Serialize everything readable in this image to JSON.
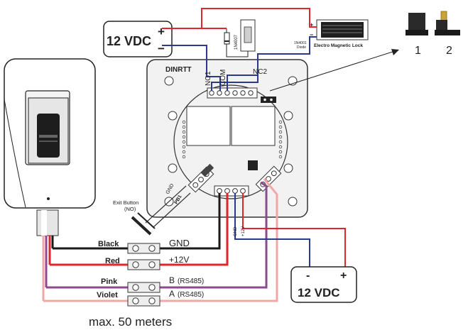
{
  "power_top": {
    "label": "12 VDC",
    "plus": "+",
    "minus": "−"
  },
  "power_bottom": {
    "label": "12 VDC",
    "plus": "+",
    "minus": "-"
  },
  "controller": {
    "brand": "DINRTT",
    "terminals": {
      "no1": "NO1",
      "com": "COM",
      "nc2": "NC2",
      "gnd_right": "GND",
      "v12_right": "+12V",
      "gnd_left": "GND",
      "pb1": "PB1"
    }
  },
  "diode_top": "1N4007",
  "lock": {
    "label": "Electro Magnetic Lock",
    "diode_label": "1N4001\nDiode",
    "plus": "+",
    "minus": "−"
  },
  "jumpers": {
    "pos1": "1",
    "pos2": "2"
  },
  "exit_button": {
    "line1": "Exit Button",
    "line2": "(NO)"
  },
  "wires": [
    {
      "color_name": "Black",
      "signal": "GND",
      "rs485": ""
    },
    {
      "color_name": "Red",
      "signal": "+12V",
      "rs485": ""
    },
    {
      "color_name": "Pink",
      "signal": "B",
      "rs485": "(RS485)"
    },
    {
      "color_name": "Violet",
      "signal": "A",
      "rs485": "(RS485)"
    }
  ],
  "distance_note": "max. 50 meters",
  "colors": {
    "red": "#e0262b",
    "black": "#1a1a1a",
    "blue": "#2b3a8e",
    "purple": "#8e4a8e",
    "pink": "#f2a7a7",
    "plate": "#f2f2f2"
  }
}
